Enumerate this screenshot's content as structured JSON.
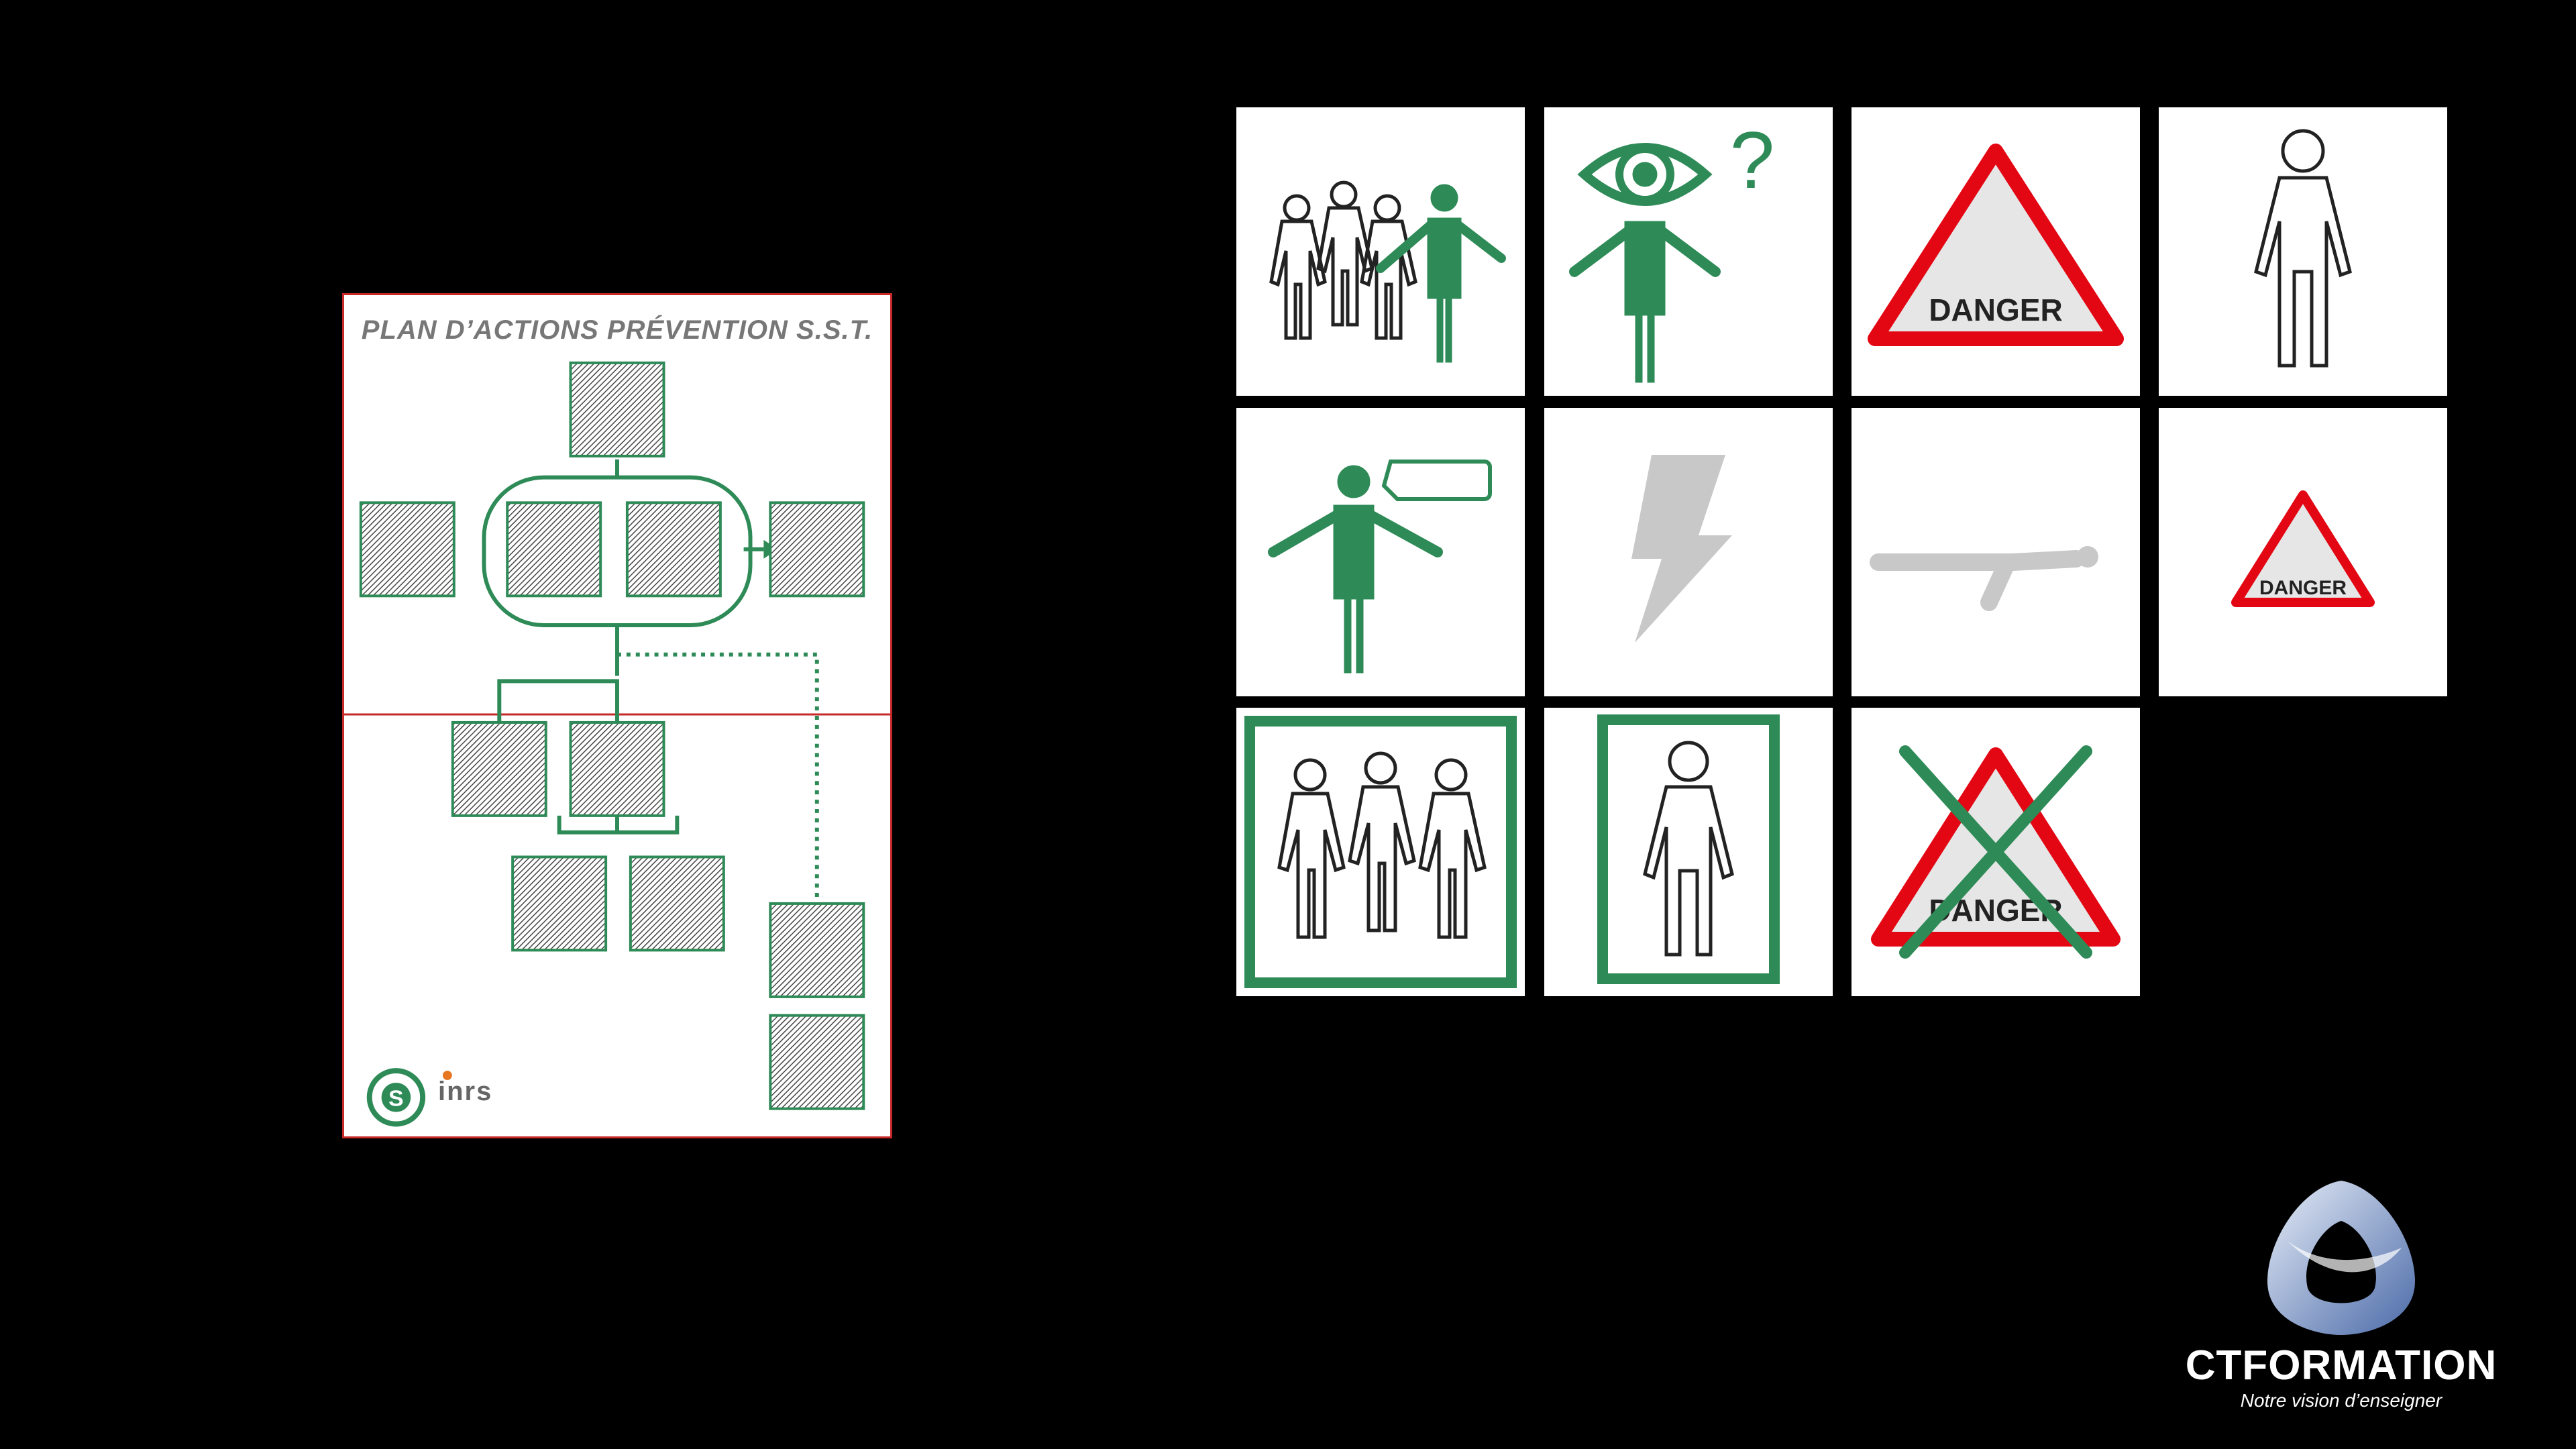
{
  "plan": {
    "title": "PLAN D’ACTIONS PRÉVENTION S.S.T.",
    "footer_brand": "inrs"
  },
  "tiles": [
    {
      "name": "group-with-green-person",
      "icon": "group-people-icon"
    },
    {
      "name": "observer-question",
      "icon": "eye-question-icon"
    },
    {
      "name": "danger-sign-large",
      "icon": "danger-triangle-icon",
      "label": "DANGER"
    },
    {
      "name": "standing-person",
      "icon": "person-outline-icon"
    },
    {
      "name": "speaking-person",
      "icon": "speech-person-icon"
    },
    {
      "name": "lightning-hazard",
      "icon": "lightning-icon"
    },
    {
      "name": "fallen-person",
      "icon": "fallen-person-icon"
    },
    {
      "name": "danger-sign-small",
      "icon": "danger-triangle-icon",
      "label": "DANGER"
    },
    {
      "name": "framed-group",
      "icon": "framed-group-icon"
    },
    {
      "name": "framed-person",
      "icon": "framed-person-icon"
    },
    {
      "name": "danger-cancelled",
      "icon": "danger-crossed-icon",
      "label": "DANGER"
    }
  ],
  "colors": {
    "accent_green": "#2e8b57",
    "danger_red": "#e30613",
    "border_red": "#c62828",
    "gray": "#c8c8c8"
  },
  "logo": {
    "name": "CTFORMATION",
    "tagline": "Notre vision d’enseigner"
  }
}
